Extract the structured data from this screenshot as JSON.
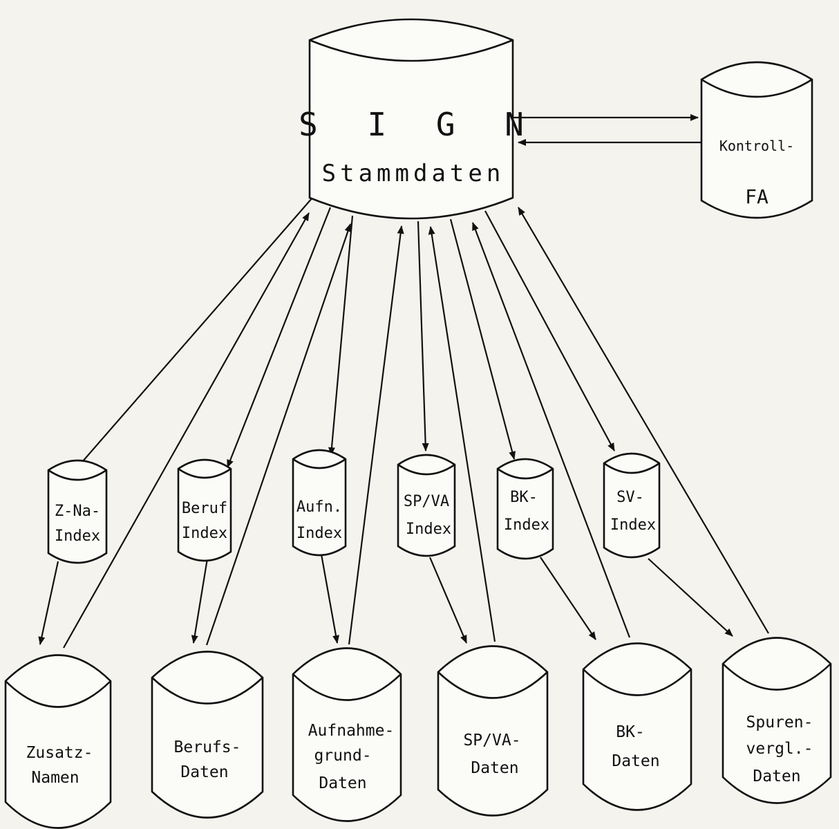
{
  "diagram": {
    "main_store": {
      "line1": "S I G N",
      "line2": "Stammdaten"
    },
    "control_store": {
      "line1": "Kontroll-",
      "line2": "FA"
    },
    "index_stores": [
      {
        "line1": "Z-Na-",
        "line2": "Index"
      },
      {
        "line1": "Beruf",
        "line2": "Index"
      },
      {
        "line1": "Aufn.",
        "line2": "Index"
      },
      {
        "line1": "SP/VA",
        "line2": "Index"
      },
      {
        "line1": "BK-",
        "line2": "Index"
      },
      {
        "line1": "SV-",
        "line2": "Index"
      }
    ],
    "data_stores": [
      {
        "line1": "Zusatz-",
        "line2": "Namen",
        "line3": ""
      },
      {
        "line1": "Berufs-",
        "line2": "Daten",
        "line3": ""
      },
      {
        "line1": "Aufnahme-",
        "line2": "grund-",
        "line3": "Daten"
      },
      {
        "line1": "SP/VA-",
        "line2": "Daten",
        "line3": ""
      },
      {
        "line1": "BK-",
        "line2": "Daten",
        "line3": ""
      },
      {
        "line1": "Spuren-",
        "line2": "vergl.-",
        "line3": "Daten"
      }
    ]
  }
}
